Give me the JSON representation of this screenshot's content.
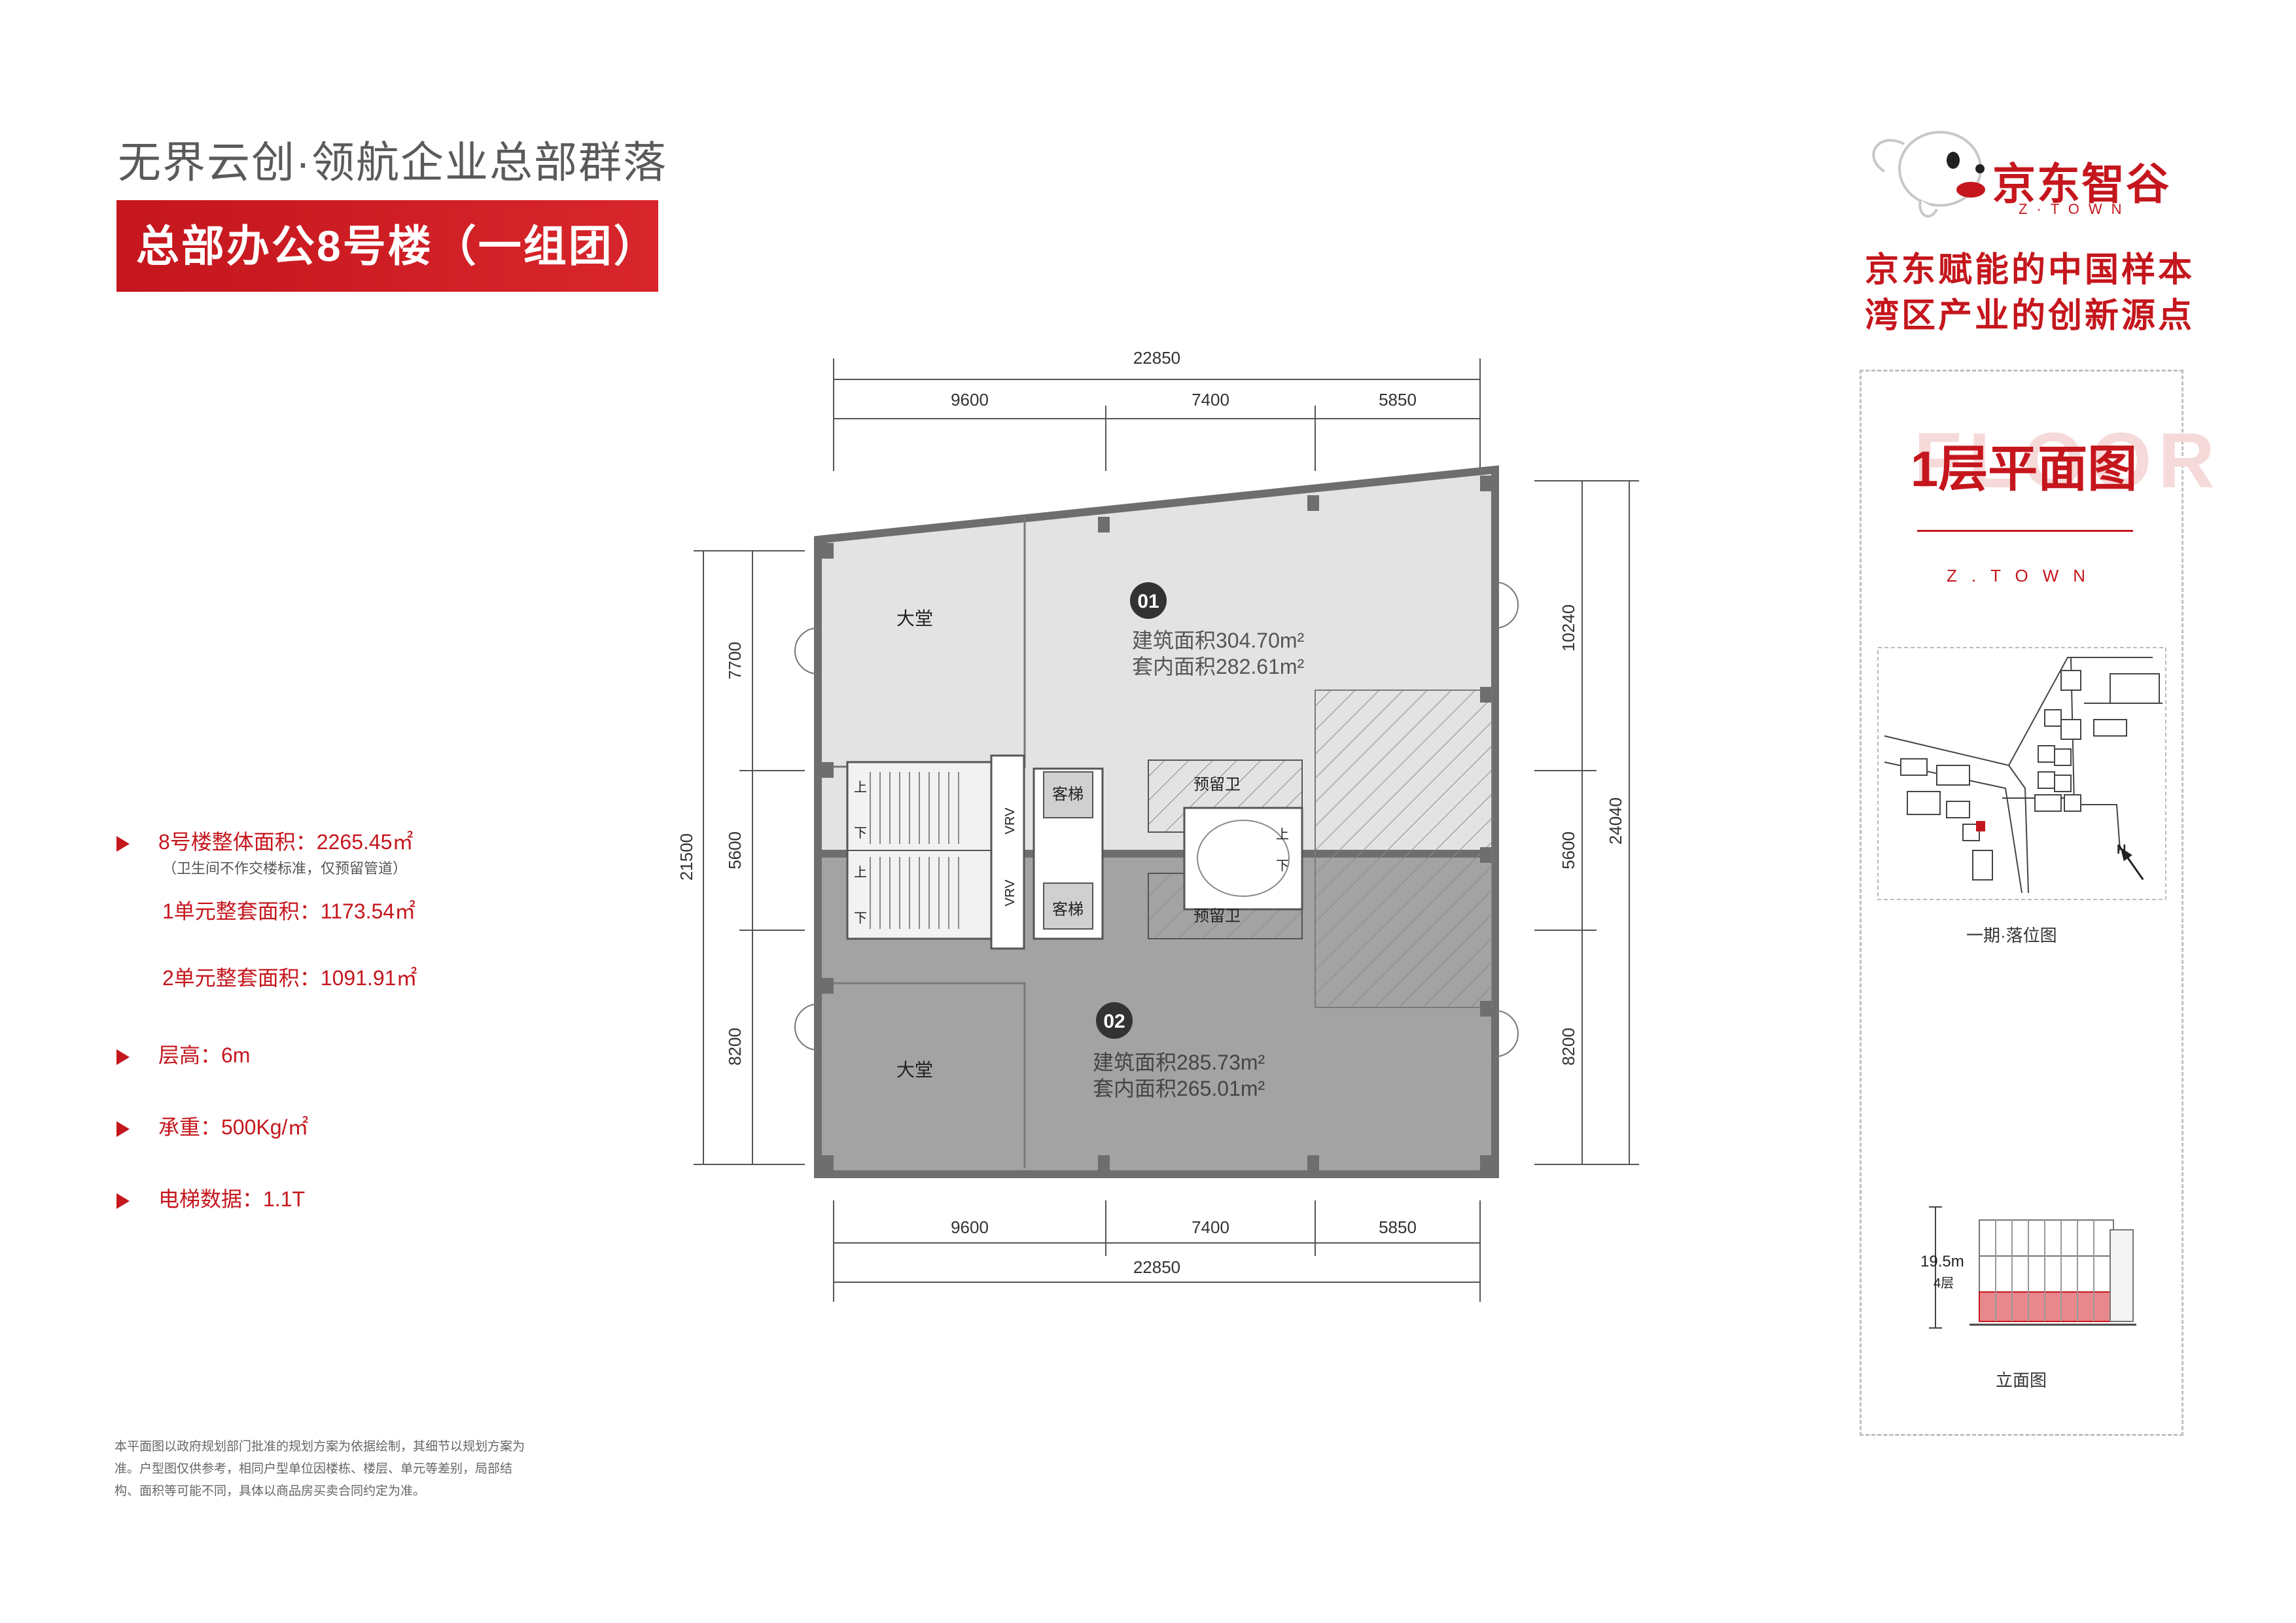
{
  "header": {
    "subtitle": "无界云创·领航企业总部群落",
    "title": "总部办公8号楼（一组团）"
  },
  "specs": [
    {
      "label": "8号楼整体面积：2265.45㎡",
      "note": "（卫生间不作交楼标准，仅预留管道）"
    },
    {
      "label": "1单元整套面积：1173.54㎡"
    },
    {
      "label": "2单元整套面积：1091.91㎡"
    },
    {
      "label": "层高：6m"
    },
    {
      "label": "承重：500Kg/㎡"
    },
    {
      "label": "电梯数据：1.1T"
    }
  ],
  "disclaimer": "本平面图以政府规划部门批准的规划方案为依据绘制，其细节以规划方案为准。户型图仅供参考，相同户型单位因楼栋、楼层、单元等差别，局部结构、面积等可能不同，具体以商品房买卖合同约定为准。",
  "brand": {
    "name": "京东智谷",
    "sub": "Z·TOWN",
    "slogan1": "京东赋能的中国样本",
    "slogan2": "湾区产业的创新源点"
  },
  "floor_panel": {
    "title": "1层平面图",
    "watermark": "FLOOR",
    "ztown": "Z.TOWN",
    "map_caption": "一期·落位图",
    "elevation_caption": "立面图",
    "elevation_height": "19.5m",
    "elevation_floors": "4层",
    "north": "N"
  },
  "plan": {
    "dims_top": {
      "total": "22850",
      "parts": [
        "9600",
        "7400",
        "5850"
      ]
    },
    "dims_bottom": {
      "total": "22850",
      "parts": [
        "9600",
        "7400",
        "5850"
      ]
    },
    "dims_left": {
      "total": "21500",
      "parts": [
        "7700",
        "5600",
        "8200"
      ]
    },
    "dims_right": {
      "total": "24040",
      "parts": [
        "10240",
        "5600",
        "8200"
      ]
    },
    "unit1": {
      "no": "01",
      "build_area": "建筑面积304.70m²",
      "inner_area": "套内面积282.61m²"
    },
    "unit2": {
      "no": "02",
      "build_area": "建筑面积285.73m²",
      "inner_area": "套内面积265.01m²"
    },
    "lobby": "大堂",
    "elevator": "客梯",
    "vrv": "VRV",
    "reserved_wc": "预留卫",
    "up": "上",
    "down": "下"
  },
  "colors": {
    "brand_red": "#c5161d",
    "unit1_fill": "#e3e3e3",
    "unit2_fill": "#a3a3a3",
    "wall": "#6e6e6e"
  }
}
